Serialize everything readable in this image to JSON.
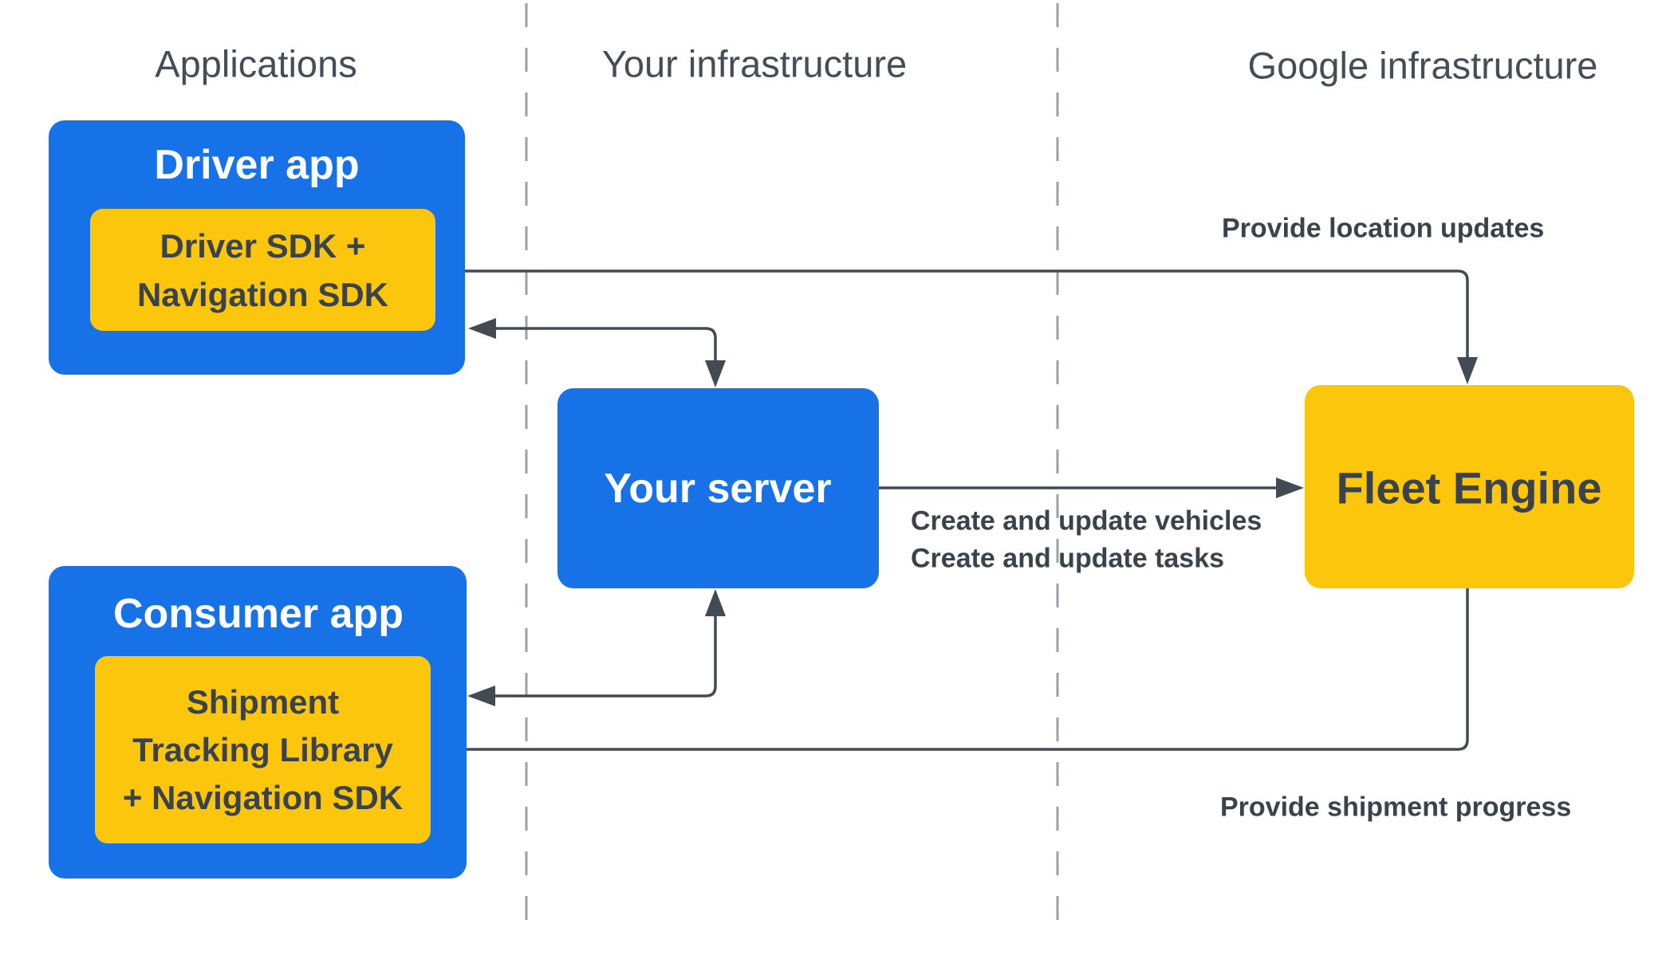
{
  "columns": [
    {
      "label": "Applications"
    },
    {
      "label": "Your infrastructure"
    },
    {
      "label": "Google infrastructure"
    }
  ],
  "nodes": {
    "driver_app": {
      "label": "Driver app"
    },
    "driver_sdk": {
      "lines": [
        "Driver SDK +",
        "Navigation SDK"
      ]
    },
    "consumer_app": {
      "label": "Consumer app"
    },
    "shipment_lib": {
      "lines": [
        "Shipment",
        "Tracking Library",
        "+ Navigation SDK"
      ]
    },
    "your_server": {
      "label": "Your server"
    },
    "fleet_engine": {
      "label": "Fleet Engine"
    }
  },
  "edges": {
    "location_updates": {
      "label": "Provide location updates"
    },
    "server_to_fleet": {
      "lines": [
        "Create and update vehicles",
        "Create and update tasks"
      ]
    },
    "shipment_progress": {
      "label": "Provide shipment progress"
    }
  },
  "colors": {
    "background": "#ffffff",
    "blue": "#1772e8",
    "yellow": "#fcc60d",
    "arrow": "#424a54",
    "dark_text": "#3a424c",
    "header_text": "#454d57",
    "divider": "#9aa1a9"
  }
}
